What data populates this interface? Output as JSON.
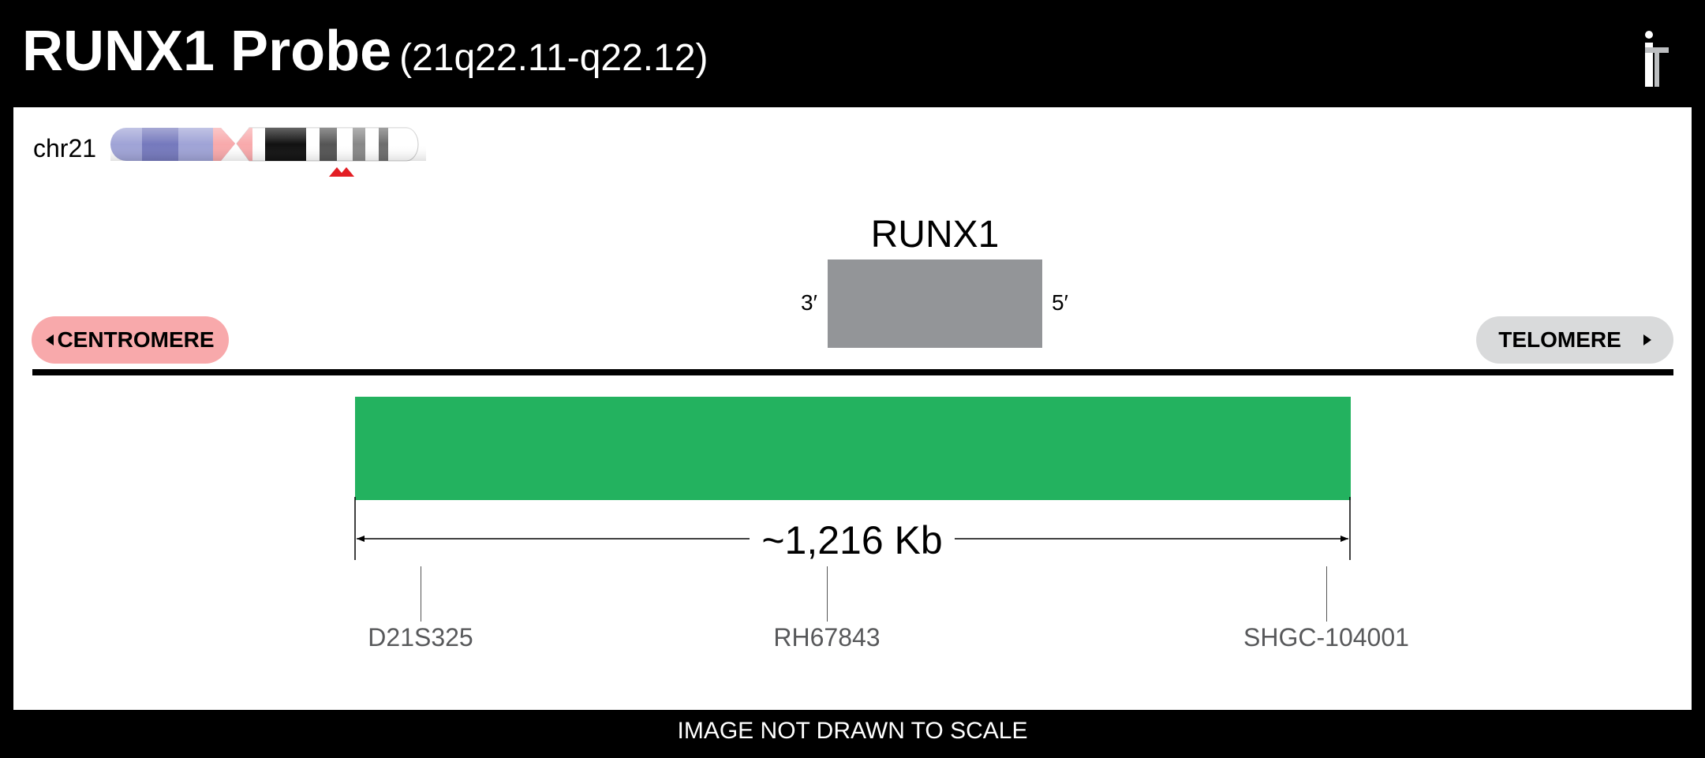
{
  "header": {
    "title": "RUNX1 Probe",
    "subtitle": "(21q22.11-q22.12)"
  },
  "chromosome": {
    "label": "chr21"
  },
  "gene": {
    "name": "RUNX1",
    "three_prime": "3′",
    "five_prime": "5′",
    "color": "#939598"
  },
  "orientation": {
    "centromere": "CENTROMERE",
    "telomere": "TELOMERE"
  },
  "probe": {
    "size": "~1,216 Kb",
    "color": "#23b25f"
  },
  "markers": [
    {
      "label": "D21S325"
    },
    {
      "label": "RH67843"
    },
    {
      "label": "SHGC-104001"
    }
  ],
  "footer": {
    "note": "IMAGE NOT DRAWN TO SCALE"
  },
  "colors": {
    "centromere_pill": "#f8a9ab",
    "telomere_pill": "#d9dadb",
    "short_arm": "#9fa3d6",
    "pointer": "#e31e24"
  }
}
